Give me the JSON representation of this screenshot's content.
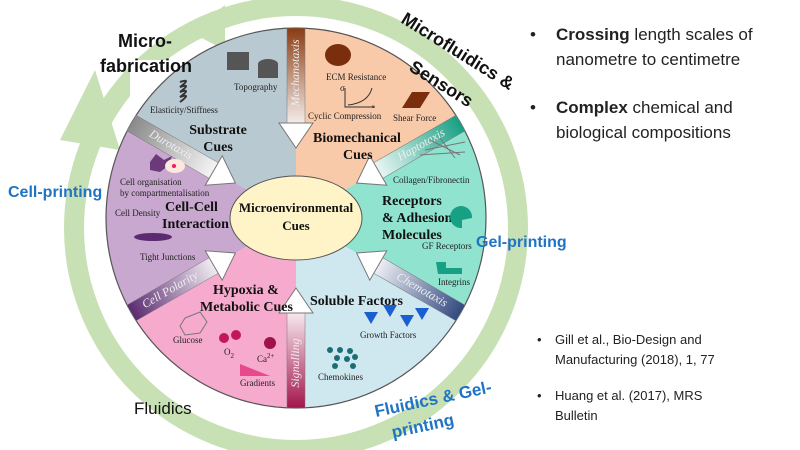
{
  "diagram": {
    "center_label": [
      "Microenvironmental",
      "Cues"
    ],
    "sectors": [
      {
        "id": "substrate",
        "title": [
          "Substrate",
          "Cues"
        ],
        "color": "#b9c9d1",
        "items": [
          "Topography",
          "Elasticity/Stiffness"
        ]
      },
      {
        "id": "biomechanical",
        "title": [
          "Biomechanical",
          "Cues"
        ],
        "color": "#f8caa9",
        "items": [
          "ECM Resistance",
          "Cyclic Compression",
          "Shear Force"
        ]
      },
      {
        "id": "receptors",
        "title": [
          "Receptors",
          "& Adhesion",
          "Molecules"
        ],
        "color": "#8fe3cf",
        "items": [
          "Collagen/Fibronectin",
          "GF Receptors",
          "Integrins"
        ]
      },
      {
        "id": "soluble",
        "title": [
          "Soluble Factors"
        ],
        "color": "#cfe7ef",
        "items": [
          "Growth Factors",
          "Chemokines"
        ]
      },
      {
        "id": "hypoxia",
        "title": [
          "Hypoxia &",
          "Metabolic Cues"
        ],
        "color": "#f6aacd",
        "items": [
          "Glucose",
          "O",
          "2",
          "Ca",
          "2+",
          "Gradients"
        ]
      },
      {
        "id": "cellcell",
        "title": [
          "Cell-Cell",
          "Interaction"
        ],
        "color": "#c8a8cf",
        "items": [
          "Cell organisation",
          "by compartmentalisation",
          "Cell Density",
          "Tight Junctions"
        ]
      }
    ],
    "bands": [
      {
        "label": "Mechanotaxis",
        "angle": 90,
        "color": "#8a3b12"
      },
      {
        "label": "Haptotaxis",
        "angle": 30,
        "color": "#17a083"
      },
      {
        "label": "Chemotaxis",
        "angle": -30,
        "color": "#33497f"
      },
      {
        "label": "Signalling",
        "angle": -90,
        "color": "#a3154c"
      },
      {
        "label": "Cell Polarity",
        "angle": 210,
        "color": "#5b2a70"
      },
      {
        "label": "Durotaxis",
        "angle": 150,
        "color": "#8a8a8a"
      }
    ],
    "graph_axis_labels": [
      "σ",
      "ε"
    ]
  },
  "ring_labels": {
    "microfabrication": [
      "Micro-",
      "fabrication"
    ],
    "microfluidics": [
      "Microfluidics &",
      "Sensors"
    ],
    "cell_printing": "Cell-printing",
    "gel_printing": "Gel-printing",
    "fluidics": "Fluidics",
    "fluidics_gel": [
      "Fluidics & Gel-",
      "printing"
    ]
  },
  "bullets": [
    {
      "bold": "Crossing",
      "rest": " length scales of",
      "line2": "nanometre to centimetre"
    },
    {
      "bold": "Complex",
      "rest": " chemical and",
      "line2": "biological compositions"
    }
  ],
  "references": [
    [
      "Gill et al., Bio-Design and",
      "Manufacturing (2018), 1, 77"
    ],
    [
      "Huang  et al. (2017), MRS",
      "Bulletin"
    ]
  ],
  "colors": {
    "ring": "#c7e0b4",
    "accent_blue": "#1f74c4",
    "center_fill": "#fff4c8"
  }
}
